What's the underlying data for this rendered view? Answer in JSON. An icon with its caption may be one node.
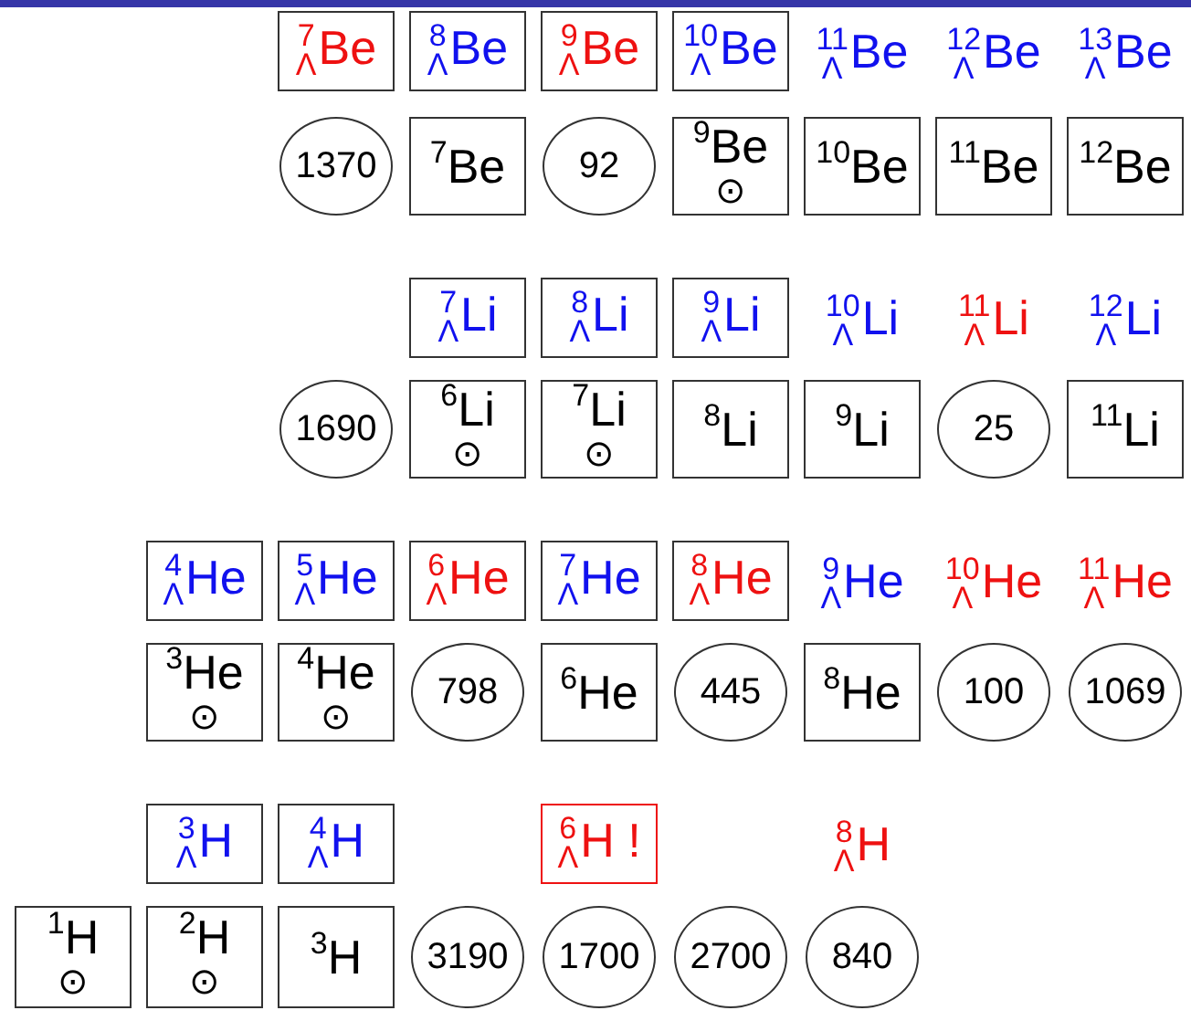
{
  "diagram": {
    "nodes": [
      {
        "text": [
          "$^{7}$$_{Λ}$Be"
        ]
      },
      {
        "text": [
          "$^{8}$$_{Λ}$Be"
        ]
      },
      {
        "text": [
          "$^{9}$$_{Λ}$Be"
        ]
      },
      {
        "text": [
          "$^{10}$$_{Λ}$Be"
        ]
      },
      {
        "text": [
          "1370"
        ]
      },
      {
        "text": [
          "$^{7}$Be"
        ]
      },
      {
        "text": [
          "92"
        ]
      },
      {
        "text": [
          "$^{9}$Be",
          "⊙"
        ]
      },
      {
        "text": [
          "$^{10}$Be"
        ]
      },
      {
        "text": [
          "$^{11}$Be"
        ]
      },
      {
        "text": [
          "$^{12}$Be"
        ]
      },
      {
        "text": [
          "$^{7}$$_{Λ}$Li"
        ]
      },
      {
        "text": [
          "$^{8}$$_{Λ}$Li"
        ]
      },
      {
        "text": [
          "$^{9}$$_{Λ}$Li"
        ]
      },
      {
        "text": [
          "1690"
        ]
      },
      {
        "text": [
          "$^{6}$Li",
          "⊙"
        ]
      },
      {
        "text": [
          "$^{7}$Li",
          "⊙"
        ]
      },
      {
        "text": [
          "$^{8}$Li"
        ]
      },
      {
        "text": [
          "$^{9}$Li"
        ]
      },
      {
        "text": [
          "25"
        ]
      },
      {
        "text": [
          "$^{11}$Li"
        ]
      },
      {
        "text": [
          "$^{4}$$_{Λ}$He"
        ]
      },
      {
        "text": [
          "$^{5}$$_{Λ}$He"
        ]
      },
      {
        "text": [
          "$^{6}$$_{Λ}$He"
        ]
      },
      {
        "text": [
          "$^{7}$$_{Λ}$He"
        ]
      },
      {
        "text": [
          "$^{8}$$_{Λ}$He"
        ]
      },
      {
        "text": [
          "$^{3}$He",
          "⊙"
        ]
      },
      {
        "text": [
          "$^{4}$He",
          "⊙"
        ]
      },
      {
        "text": [
          "798"
        ]
      },
      {
        "text": [
          "$^{6}$He"
        ]
      },
      {
        "text": [
          "445"
        ]
      },
      {
        "text": [
          "$^{8}$He"
        ]
      },
      {
        "text": [
          "100"
        ]
      },
      {
        "text": [
          "1069"
        ]
      },
      {
        "text": [
          "$^{3}$$_{Λ}$H"
        ]
      },
      {
        "text": [
          "$^{4}$$_{Λ}$H"
        ]
      },
      {
        "text": [
          "$^{6}$$_{Λ}$H !"
        ]
      },
      {
        "text": [
          "$^{1}$H",
          "⊙"
        ]
      },
      {
        "text": [
          "$^{2}$H",
          "⊙"
        ]
      },
      {
        "text": [
          "$^{3}$H"
        ]
      },
      {
        "text": [
          "3190"
        ]
      },
      {
        "text": [
          "1700"
        ]
      },
      {
        "text": [
          "2700"
        ]
      },
      {
        "text": [
          "840"
        ]
      }
    ],
    "labels": [
      "$^{11}$$_{Λ}$Be",
      "$^{12}$$_{Λ}$Be",
      "$^{13}$$_{Λ}$Be",
      "$^{10}$$_{Λ}$Li",
      "$^{11}$$_{Λ}$Li",
      "$^{12}$$_{Λ}$Li",
      "$^{9}$$_{Λ}$He",
      "$^{10}$$_{Λ}$He",
      "$^{11}$$_{Λ}$He",
      "$^{8}$$_{Λ}$H"
    ]
  }
}
